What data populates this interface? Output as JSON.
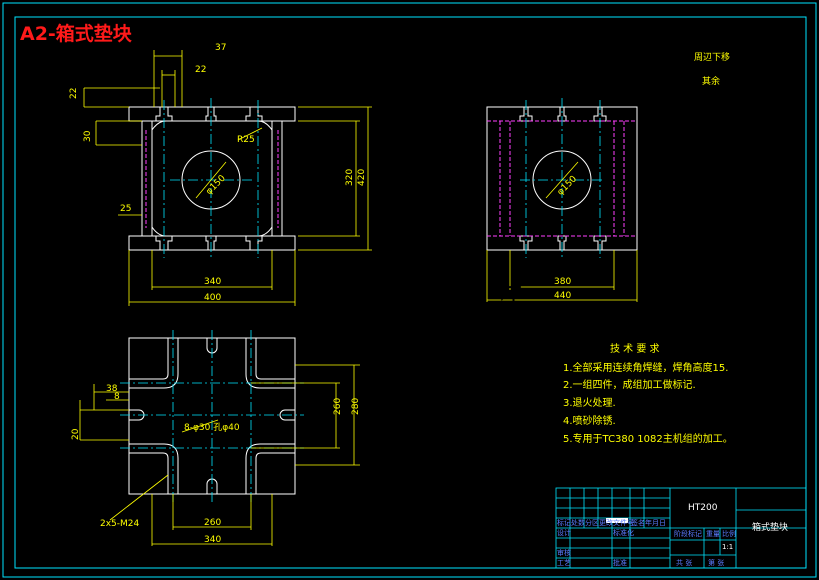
{
  "title": "A2-箱式垫块",
  "watermark": "图 文 设 计",
  "top_right_notes": [
    "周辺下移",
    "其余"
  ],
  "tech_requirements": {
    "heading": "技 术 要 求",
    "items": [
      "1.全部采用连续角焊缝，焊角高度15.",
      "2.一组四件，成组加工做标记.",
      "3.退火处理.",
      "4.喷砂除锈.",
      "5.专用于TC380 1082主机组的加工。"
    ]
  },
  "front_view": {
    "top_dims": [
      "37",
      "22"
    ],
    "left_dims": [
      "22",
      "30"
    ],
    "radius_label": "R25",
    "hole_label": "φ150",
    "left_side_label": "25",
    "right_dims": [
      "320",
      "420"
    ],
    "bottom_dims": [
      "340",
      "400"
    ]
  },
  "side_view": {
    "hole_label": "φ150",
    "bottom_dims": [
      "380",
      "440"
    ]
  },
  "plan_view": {
    "left_dims": [
      "38",
      "8",
      "20"
    ],
    "hole_label": "8-φ30 孔φ40",
    "thread_label": "2x5-M24",
    "right_dims": [
      "260",
      "280"
    ],
    "bottom_dims": [
      "260",
      "340"
    ]
  },
  "title_block": {
    "material": "HT200",
    "part_name": "箱式垫块",
    "scale": "1:1",
    "labels": [
      "标记",
      "处数",
      "分区",
      "更改文件号",
      "签名",
      "年月日",
      "设计",
      "标准化",
      "审核",
      "工艺",
      "批准",
      "阶段标记",
      "重量",
      "比例",
      "共 张",
      "第 张"
    ]
  },
  "colors": {
    "background": "#000000",
    "outline": "#ffffff",
    "centerline": "#00e5ff",
    "dimension": "#ffff00",
    "hidden": "#ff40ff",
    "title": "#ff1a1a",
    "frame": "#00e5ff",
    "title_block_text": "#5b7bff"
  }
}
